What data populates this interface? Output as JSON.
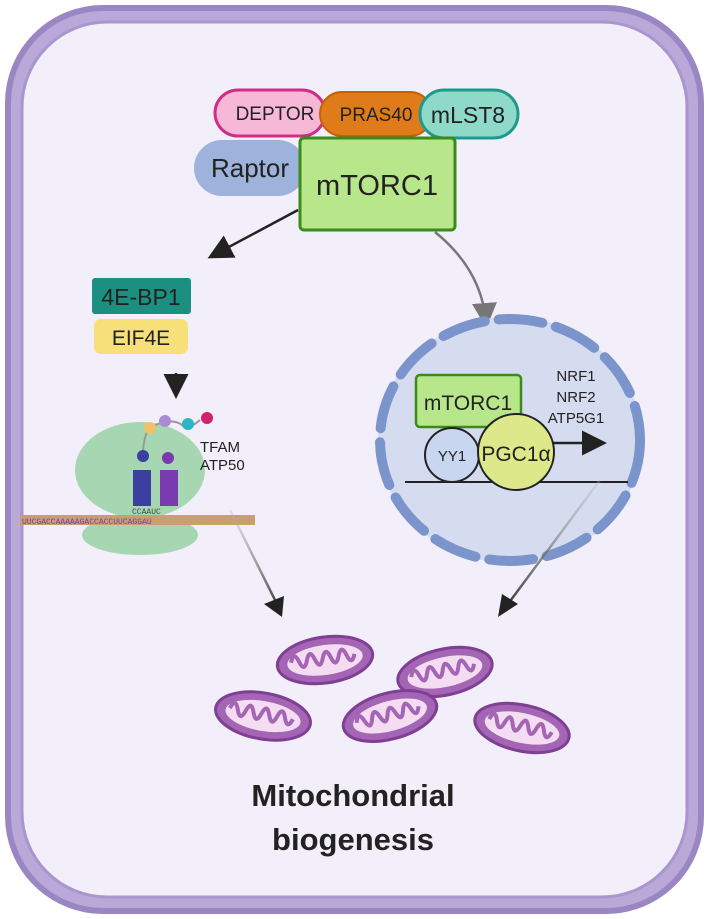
{
  "complex": {
    "deptor": "DEPTOR",
    "pras40": "PRAS40",
    "mlst8": "mLST8",
    "raptor": "Raptor",
    "mtorc1": "mTORC1"
  },
  "translation": {
    "bp1": "4E-BP1",
    "eif4e": "EIF4E",
    "targets_line1": "TFAM",
    "targets_line2": "ATP50",
    "mrna_sequence": "UUCGACCAAAAAGACCACCUUCAGGAU",
    "codon": "CCAAUC"
  },
  "nucleus": {
    "mtorc1": "mTORC1",
    "yy1": "YY1",
    "pgc1a": "PGC1α",
    "genes": [
      "NRF1",
      "NRF2",
      "ATP5G1"
    ]
  },
  "outcome": {
    "line1": "Mitochondrial",
    "line2": "biogenesis"
  },
  "colors": {
    "cell_border": "#9b86c4",
    "cell_fill": "#f3effa",
    "deptor": "#f7b8d8",
    "pras40": "#e07b1a",
    "mlst8": "#8fd9c8",
    "raptor": "#9db3db",
    "mtorc1": "#b8e68a",
    "bp1": "#1d8f80",
    "eif4e": "#f7e07a",
    "nucleus": "#d6dcef",
    "mito": "#a060b0"
  }
}
